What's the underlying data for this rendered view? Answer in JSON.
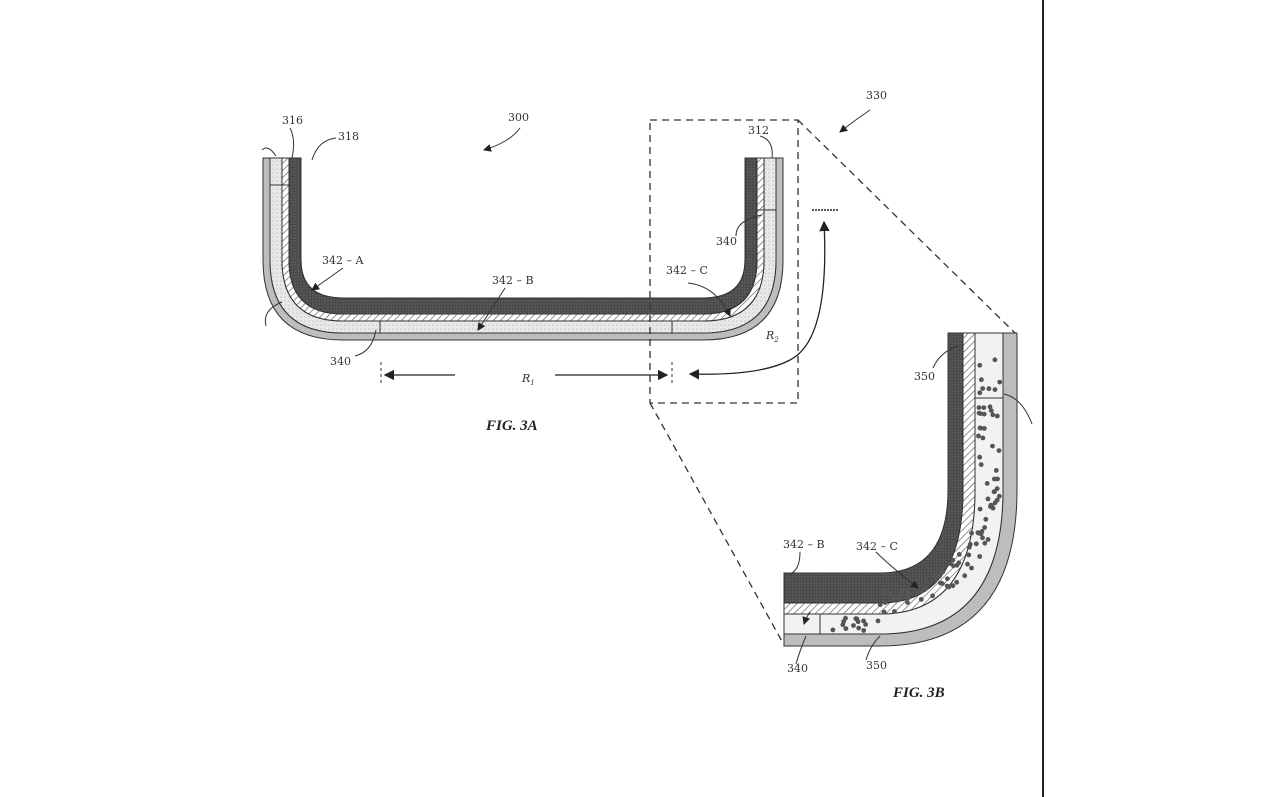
{
  "figure_3a": {
    "caption": "FIG. 3A",
    "labels": {
      "ref_300": "300",
      "ref_330": "330",
      "ref_316": "316",
      "ref_318": "318",
      "ref_312": "312",
      "ref_340_top": "340",
      "ref_340_bottom": "340",
      "ref_342a": "342 – A",
      "ref_342b": "342 – B",
      "ref_342c": "342 – C",
      "r1": "R",
      "r1_sub": "1",
      "r2": "R",
      "r2_sub": "2"
    }
  },
  "figure_3b": {
    "caption": "FIG. 3B",
    "labels": {
      "ref_350_top": "350",
      "ref_350_bottom": "350",
      "ref_342b": "342 – B",
      "ref_342c": "342 – C",
      "ref_340": "340"
    }
  },
  "colors": {
    "dark_layer": "#4a4a4a",
    "light_layer": "#e6e6e6",
    "grey_shell": "#bdbdbd",
    "line": "#333333"
  }
}
